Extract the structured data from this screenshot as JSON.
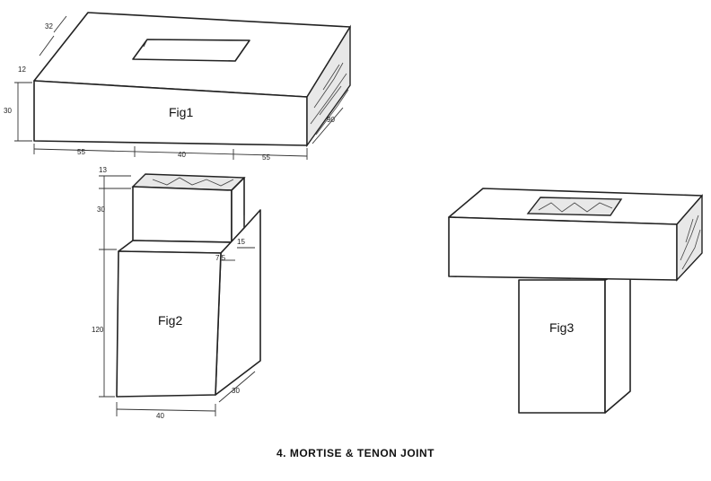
{
  "caption": "4. MORTISE & TENON JOINT",
  "fig1": {
    "label": "Fig1",
    "dims": {
      "d32": "32",
      "d12": "12",
      "d30": "30",
      "d90": "90",
      "d55a": "55",
      "d40": "40",
      "d55b": "55"
    }
  },
  "fig2": {
    "label": "Fig2",
    "dims": {
      "d13": "13",
      "d30": "30",
      "d120": "120",
      "d40": "40",
      "d30b": "30",
      "d15": "15",
      "d75": "7.5"
    }
  },
  "fig3": {
    "label": "Fig3"
  }
}
